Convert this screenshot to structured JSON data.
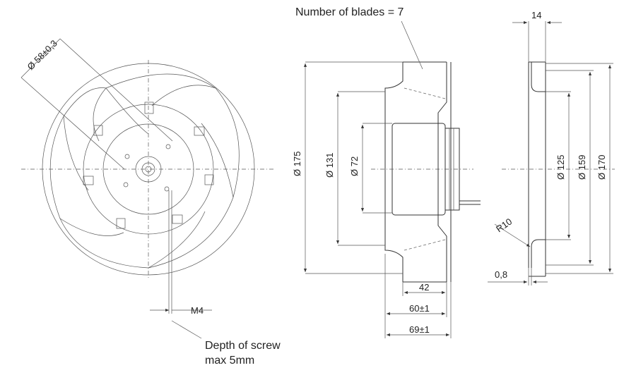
{
  "annotations": {
    "blades": "Number of blades = 7",
    "screw_line1": "Depth of screw",
    "screw_line2": "max 5mm",
    "thread": "M4"
  },
  "front_view": {
    "bolt_circle": "58±0,3"
  },
  "section_view": {
    "dia_outer": "175",
    "dia_inlet": "131",
    "dia_motor": "72",
    "depth_42": "42",
    "depth_60": "60±1",
    "depth_69": "69±1"
  },
  "side_view": {
    "width_top": "14",
    "dia_125": "125",
    "dia_159": "159",
    "dia_170": "170",
    "radius": "R10",
    "thickness": "0,8"
  },
  "diameter_symbol": "Ø"
}
